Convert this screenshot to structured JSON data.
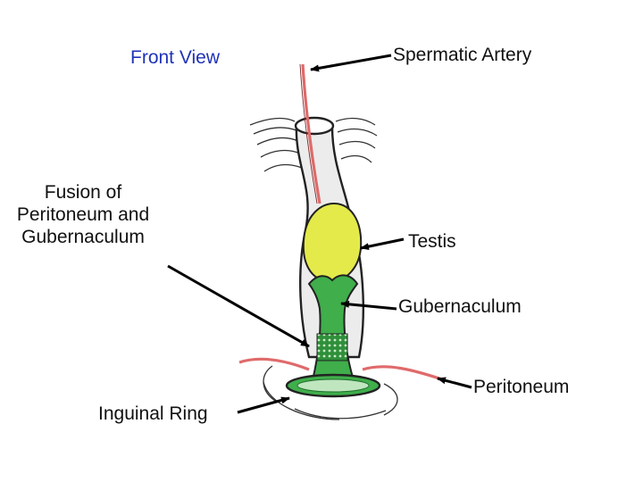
{
  "labels": {
    "front_view": "Front View",
    "spermatic_artery": "Spermatic Artery",
    "fusion": "Fusion of Peritoneum and Gubernaculum",
    "testis": "Testis",
    "gubernaculum": "Gubernaculum",
    "peritoneum": "Peritoneum",
    "inguinal_ring": "Inguinal Ring"
  },
  "colors": {
    "title": "#1f33b8",
    "testis": "#e4ea4a",
    "gubernaculum": "#3fae4b",
    "artery": "#e06a6a",
    "outline": "#222222",
    "arrow": "#000000"
  }
}
